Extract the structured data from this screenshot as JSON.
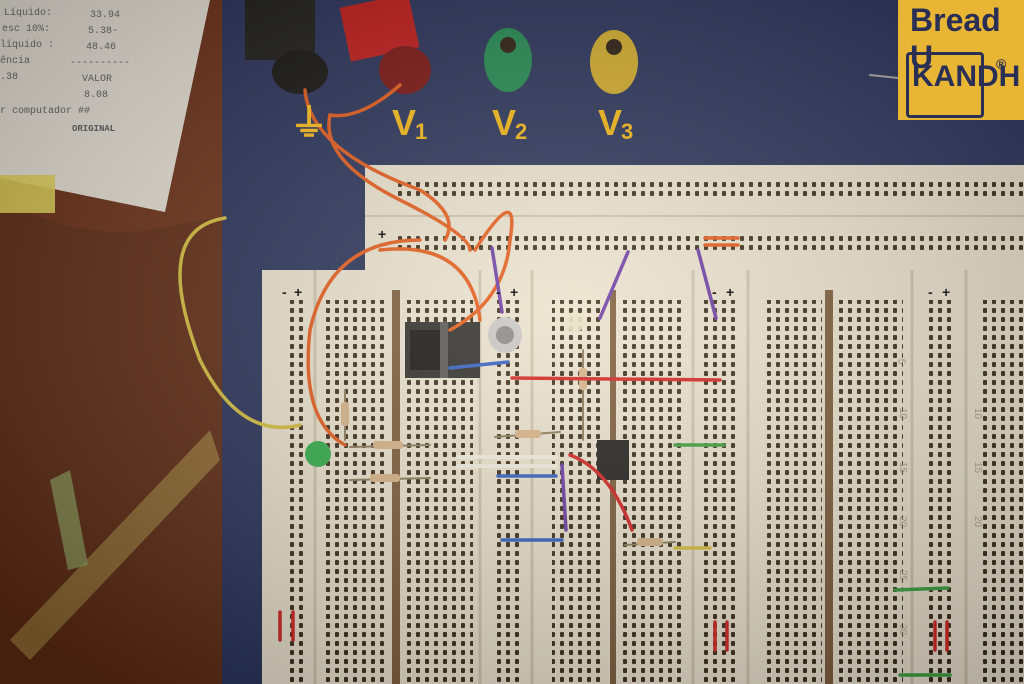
{
  "scene": {
    "description_colors": {
      "table": "#6b2f17",
      "board": "#26305a",
      "breadboard": "#ece4d2",
      "brand_panel": "#e8b534",
      "wire_orange": "#e65a1a",
      "wire_yellow": "#d8c040",
      "wire_blue": "#2f5fc8",
      "wire_red": "#d42020",
      "wire_purple": "#6a3aa8",
      "wire_green": "#3aa040"
    }
  },
  "receipt": {
    "lines": [
      "Líquido:",
      "esc 10%:",
      "líquido :",
      "ência",
      ".38",
      "r computador ##",
      "ORIGINAL"
    ],
    "values": [
      "33.94",
      "5.38-",
      "48.46",
      "----------",
      "VALOR",
      "8.08"
    ]
  },
  "terminals": {
    "labels": [
      {
        "main": "V",
        "sub": "1"
      },
      {
        "main": "V",
        "sub": "2"
      },
      {
        "main": "V",
        "sub": "3"
      }
    ],
    "ground_symbol": "⏚"
  },
  "brand": {
    "name": "Bread U",
    "logo": "KANDH",
    "logo_reg": "®"
  },
  "rail_marks": {
    "minus": "-",
    "plus": "+"
  },
  "row_numbers": [
    "5",
    "10",
    "15",
    "20",
    "25",
    "30"
  ]
}
